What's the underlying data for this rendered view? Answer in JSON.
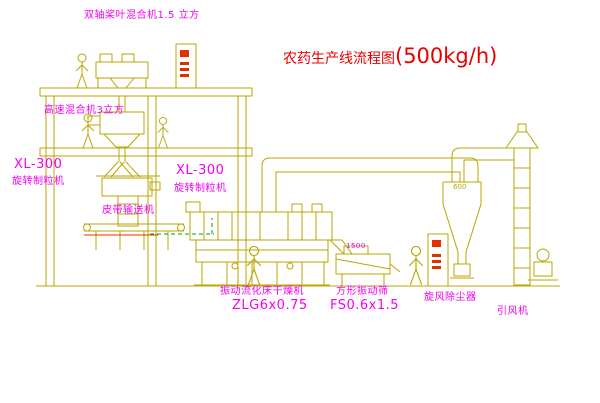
{
  "title": {
    "main": "农药生产线流程图",
    "capacity": "(500kg/h)"
  },
  "labels": {
    "paddle_mixer": "双轴桨叶混合机1.5 立方",
    "high_speed_mixer": "高速混合机3立方",
    "granulator_left_model": "XL-300",
    "granulator_left_name": "旋转制粒机",
    "granulator_mid_model": "XL-300",
    "granulator_mid_name": "旋转制粒机",
    "belt_conveyor": "皮带输送机",
    "dryer_name": "振动流化床干燥机",
    "dryer_model": "ZLG6x0.75",
    "screen_name": "方形振动筛",
    "screen_model": "FS0.6x1.5",
    "cyclone": "旋风除尘器",
    "fan": "引风机",
    "dim_screen": "1500",
    "dim_cyclone": "600"
  },
  "colors": {
    "background": "#ffffff",
    "line": "#b9a602",
    "label": "#f400f4",
    "title": "#e80000",
    "green": "#00a000",
    "accent": "#e03000"
  }
}
